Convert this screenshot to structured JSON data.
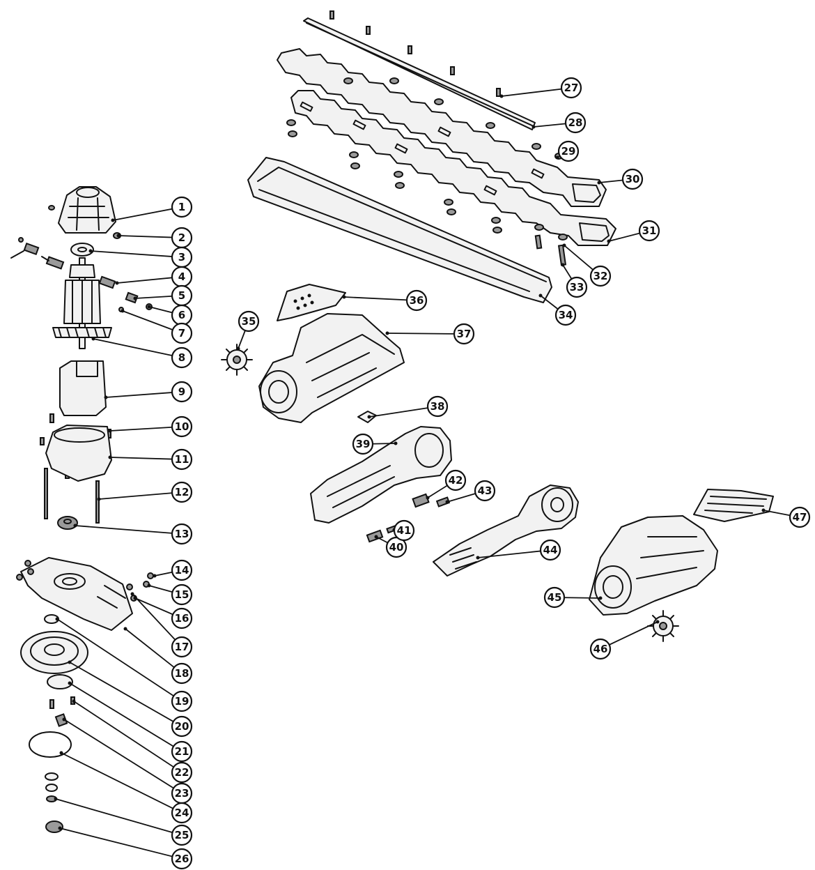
{
  "diagram": {
    "colors": {
      "ink": "#111111",
      "paper": "#ffffff",
      "fill": "#f2f2f2",
      "shade": "#9a9a9a"
    },
    "callouts": [
      {
        "id": "1"
      },
      {
        "id": "2"
      },
      {
        "id": "3"
      },
      {
        "id": "4"
      },
      {
        "id": "5"
      },
      {
        "id": "6"
      },
      {
        "id": "7"
      },
      {
        "id": "8"
      },
      {
        "id": "9"
      },
      {
        "id": "10"
      },
      {
        "id": "11"
      },
      {
        "id": "12"
      },
      {
        "id": "13"
      },
      {
        "id": "14"
      },
      {
        "id": "15"
      },
      {
        "id": "16"
      },
      {
        "id": "17"
      },
      {
        "id": "18"
      },
      {
        "id": "19"
      },
      {
        "id": "20"
      },
      {
        "id": "21"
      },
      {
        "id": "22"
      },
      {
        "id": "23"
      },
      {
        "id": "24"
      },
      {
        "id": "25"
      },
      {
        "id": "26"
      },
      {
        "id": "27"
      },
      {
        "id": "28"
      },
      {
        "id": "29"
      },
      {
        "id": "30"
      },
      {
        "id": "31"
      },
      {
        "id": "32"
      },
      {
        "id": "33"
      },
      {
        "id": "34"
      },
      {
        "id": "35"
      },
      {
        "id": "36"
      },
      {
        "id": "37"
      },
      {
        "id": "38"
      },
      {
        "id": "39"
      },
      {
        "id": "40"
      },
      {
        "id": "41"
      },
      {
        "id": "42"
      },
      {
        "id": "43"
      },
      {
        "id": "44"
      },
      {
        "id": "45"
      },
      {
        "id": "46"
      },
      {
        "id": "47"
      }
    ]
  }
}
